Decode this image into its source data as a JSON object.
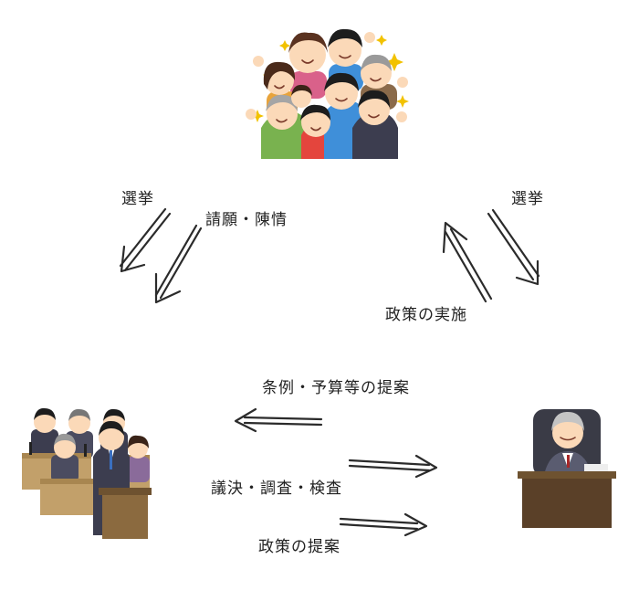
{
  "nodes": {
    "citizens": "citizens-crowd-illustration",
    "assembly": "assembly-members-illustration",
    "mayor": "mayor-at-desk-illustration"
  },
  "labels": {
    "election_left": "選挙",
    "petition": "請願・陳情",
    "election_right": "選挙",
    "policy_implementation": "政策の実施",
    "ordinance_budget_proposal": "条例・予算等の提案",
    "resolution_investigation": "議決・調査・検査",
    "policy_proposal": "政策の提案"
  }
}
